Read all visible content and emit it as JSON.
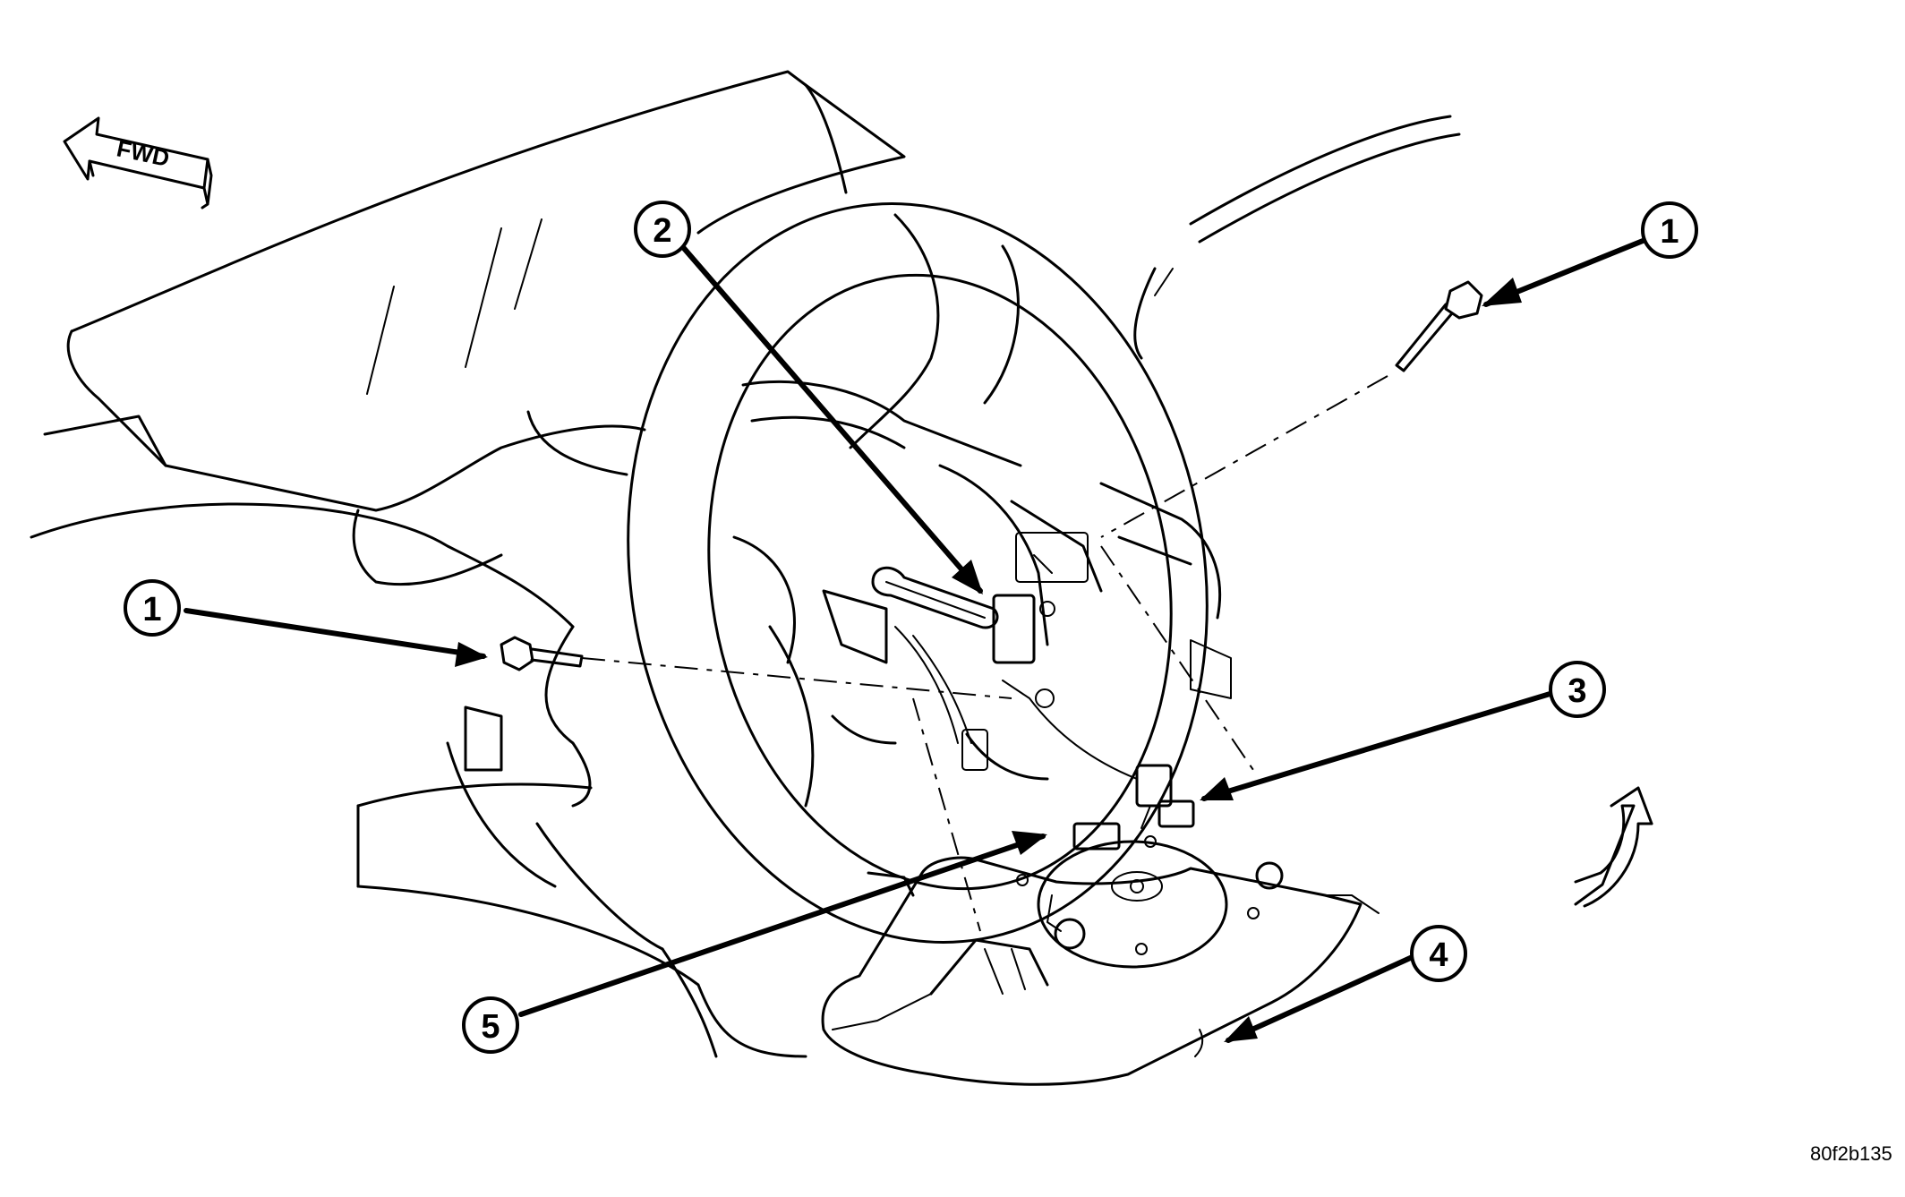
{
  "direction": {
    "label": "FWD",
    "icon": "fwd-arrow-icon"
  },
  "callouts": [
    {
      "num": "1",
      "target": "screw-right"
    },
    {
      "num": "2",
      "target": "clockspring-connector"
    },
    {
      "num": "1",
      "target": "screw-left"
    },
    {
      "num": "3",
      "target": "horn-connector"
    },
    {
      "num": "5",
      "target": "airbag-connector"
    },
    {
      "num": "4",
      "target": "airbag-module"
    }
  ],
  "reference_code": "80f2b135",
  "colors": {
    "line": "#000000",
    "background": "#ffffff"
  }
}
